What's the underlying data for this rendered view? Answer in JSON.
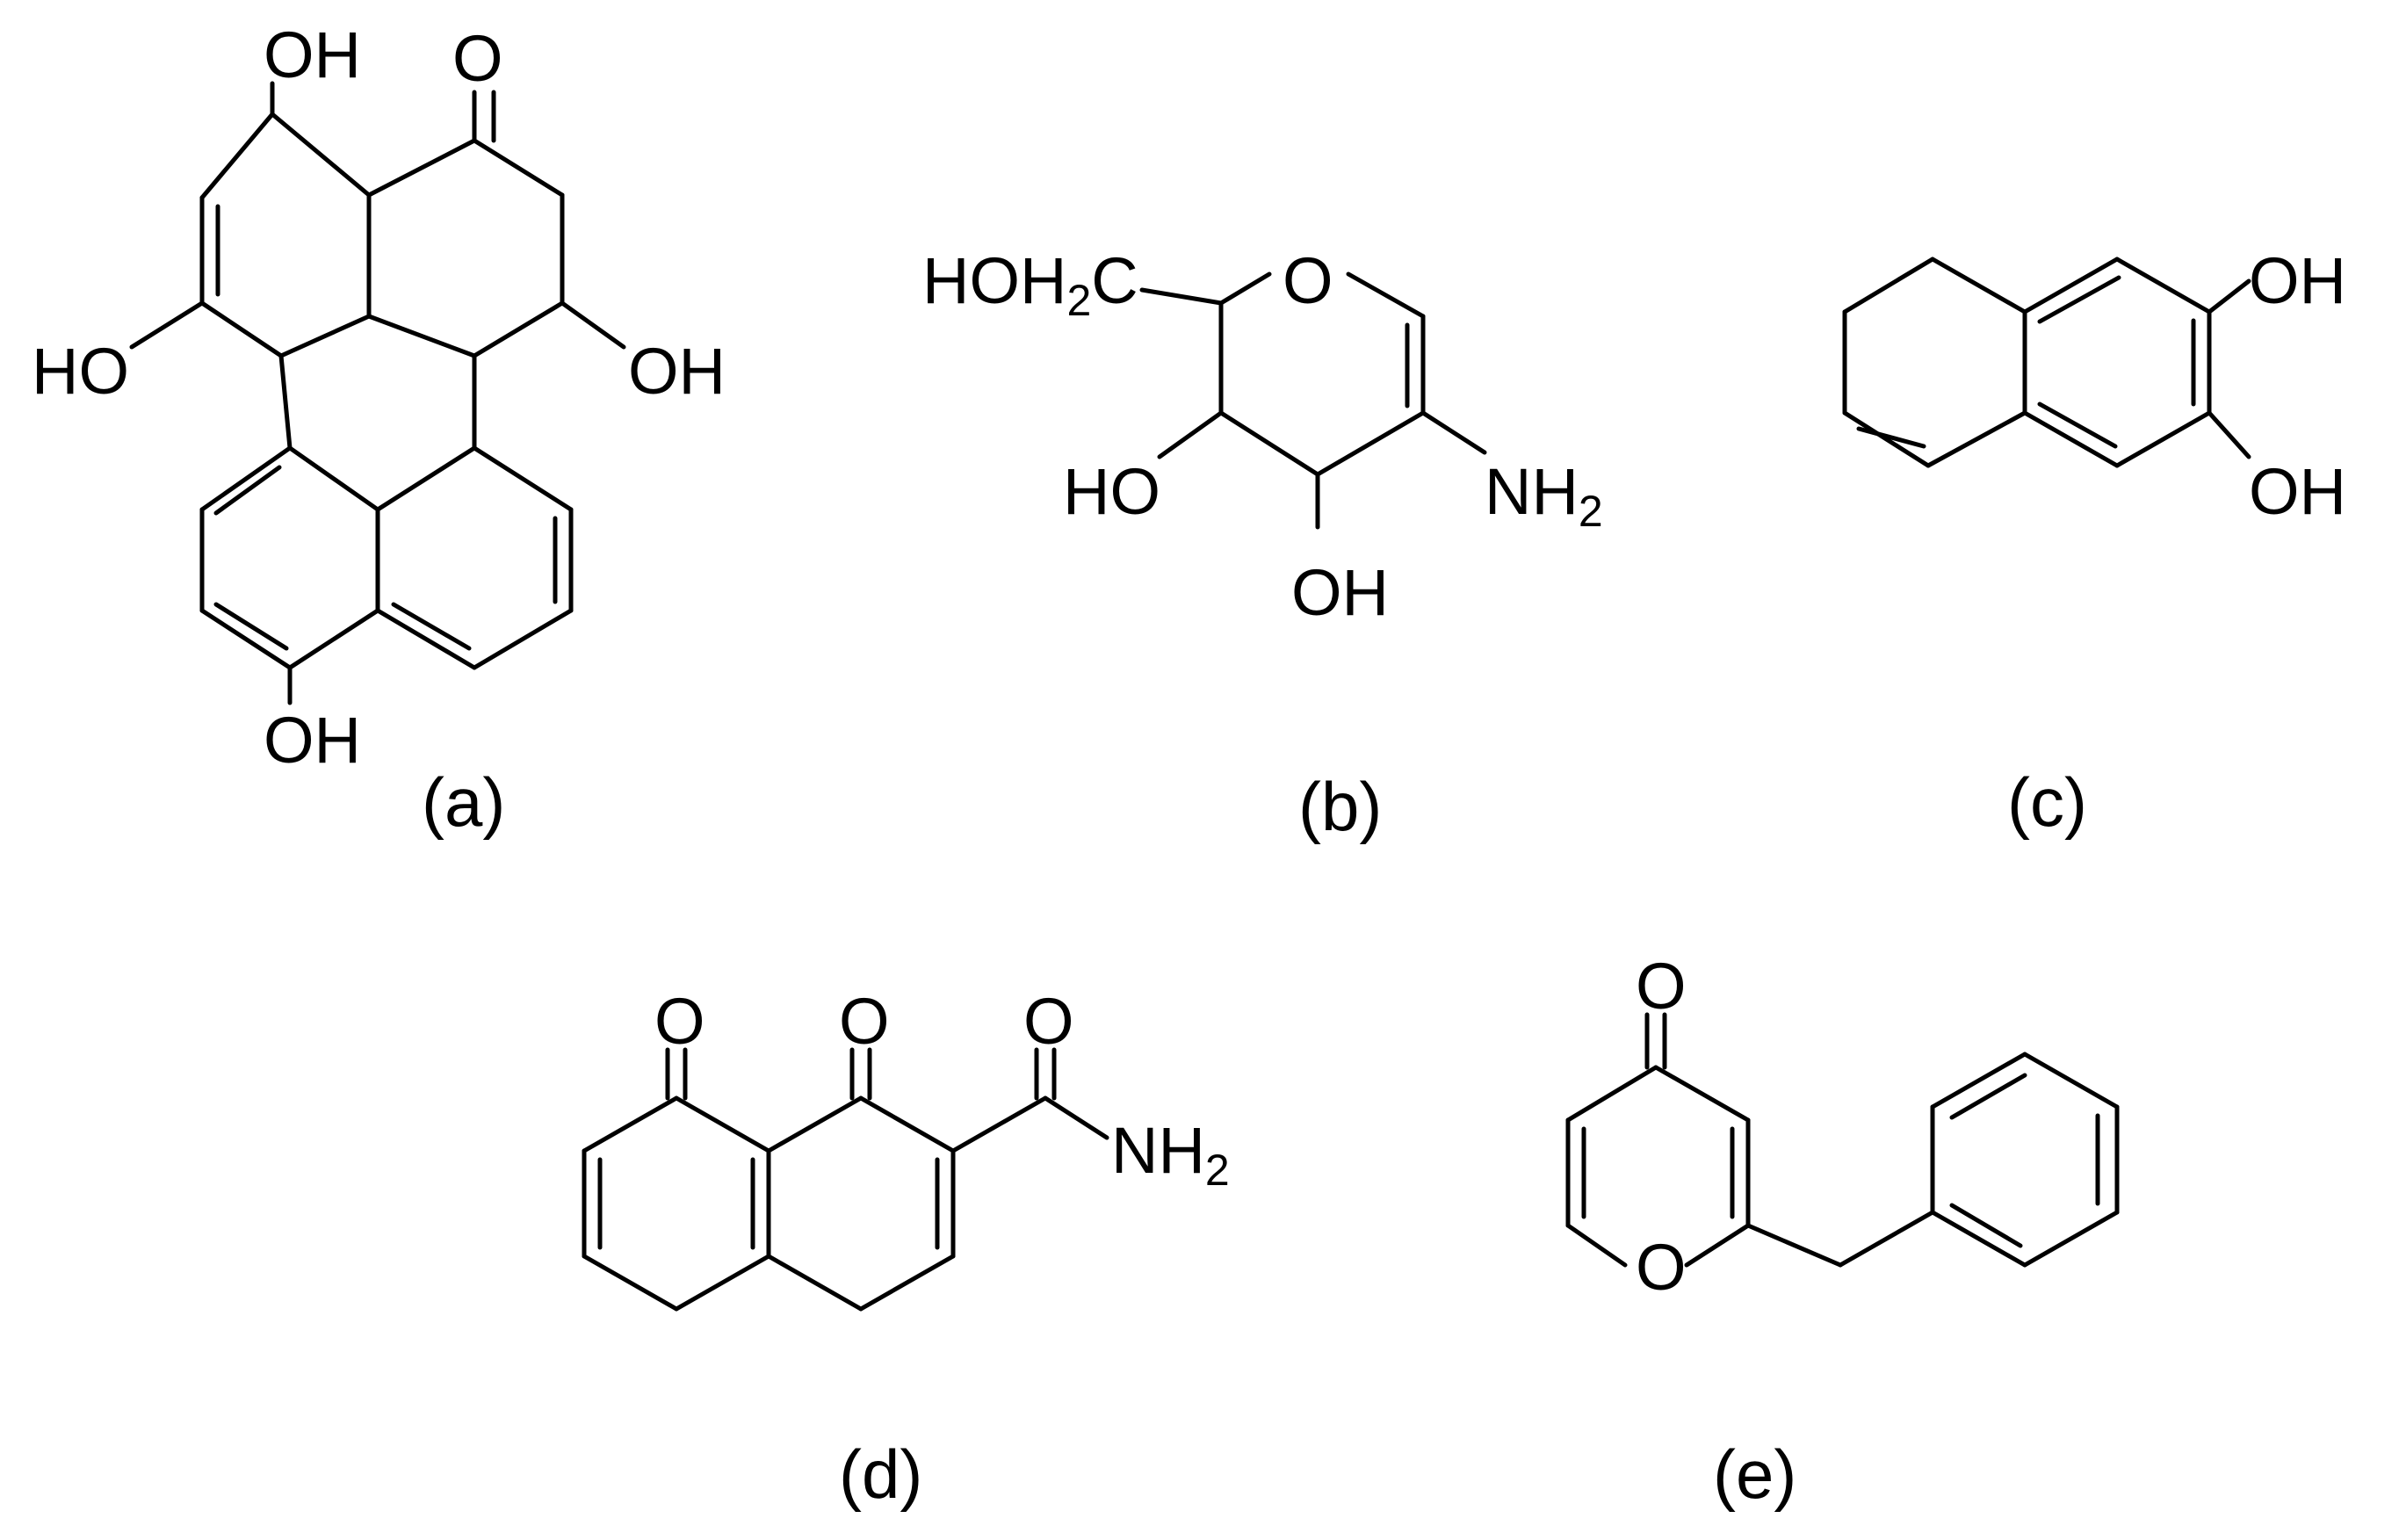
{
  "figure": {
    "ink_color": "#000000",
    "background_color": "#ffffff",
    "panels": [
      {
        "label": "(a)",
        "atom_labels": [
          "OH",
          "O",
          "HO",
          "OH",
          "OH"
        ]
      },
      {
        "label": "(b)",
        "atom_labels": [
          "HOH",
          "2",
          "C",
          "O",
          "HO",
          "NH",
          "2",
          "OH"
        ]
      },
      {
        "label": "(c)",
        "atom_labels": [
          "OH",
          "OH"
        ]
      },
      {
        "label": "(d)",
        "atom_labels": [
          "O",
          "O",
          "O",
          "NH",
          "2"
        ]
      },
      {
        "label": "(e)",
        "atom_labels": [
          "O",
          "O"
        ]
      }
    ]
  }
}
